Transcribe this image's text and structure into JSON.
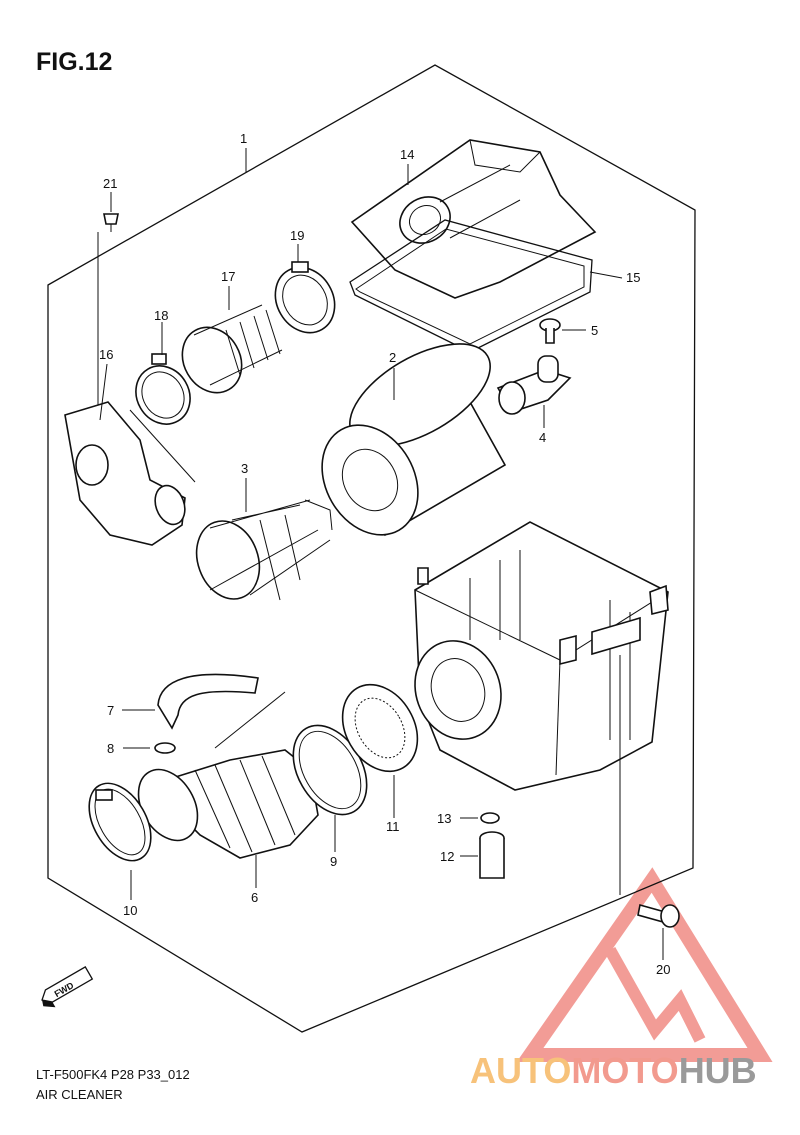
{
  "figure": {
    "title": "FIG.12",
    "model_code": "LT-F500FK4 P28 P33_012",
    "section_name": "AIR CLEANER"
  },
  "watermark": {
    "part1": "AUTO",
    "part2": "MOTO",
    "part3": "HUB",
    "colors": {
      "auto": "#f7c27a",
      "moto": "#f29a8e",
      "hub": "#9a9a9a",
      "logo": "#f08b84"
    }
  },
  "direction_label": "FWD",
  "callouts": [
    {
      "n": "1"
    },
    {
      "n": "2"
    },
    {
      "n": "3"
    },
    {
      "n": "4"
    },
    {
      "n": "5"
    },
    {
      "n": "6"
    },
    {
      "n": "7"
    },
    {
      "n": "8"
    },
    {
      "n": "9"
    },
    {
      "n": "10"
    },
    {
      "n": "11"
    },
    {
      "n": "12"
    },
    {
      "n": "13"
    },
    {
      "n": "14"
    },
    {
      "n": "15"
    },
    {
      "n": "16"
    },
    {
      "n": "17"
    },
    {
      "n": "18"
    },
    {
      "n": "19"
    },
    {
      "n": "20"
    },
    {
      "n": "21"
    }
  ]
}
